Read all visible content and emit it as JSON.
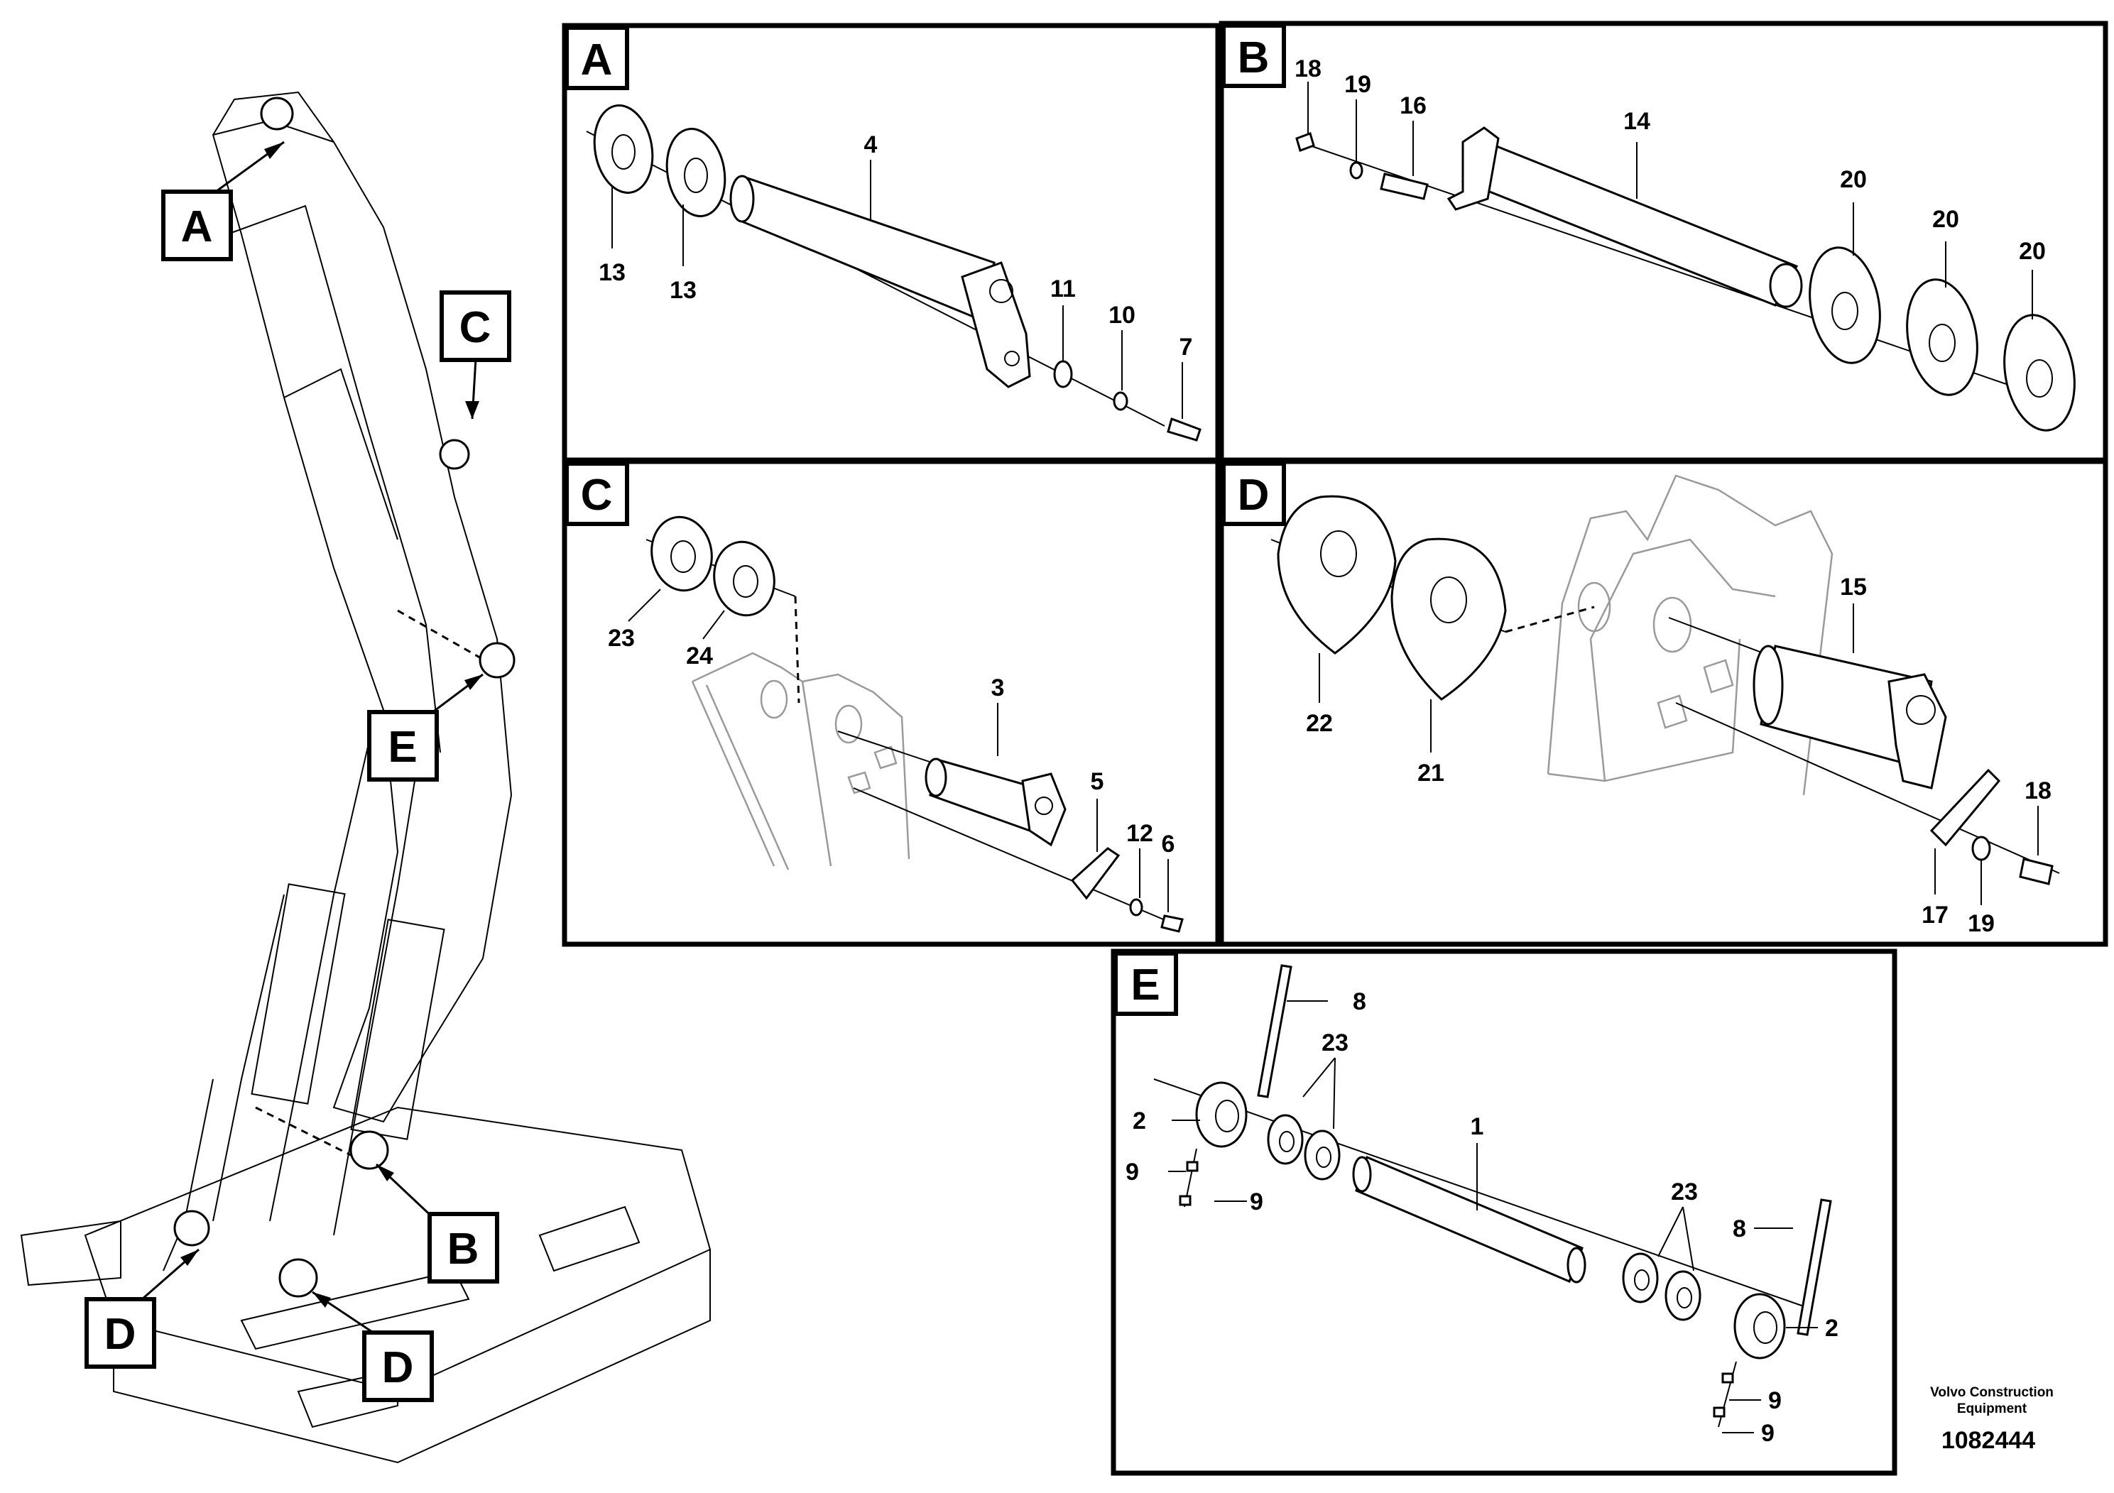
{
  "overview": {
    "callouts": [
      "A",
      "C",
      "E",
      "B",
      "D",
      "D"
    ]
  },
  "panels": {
    "A": {
      "label": "A",
      "parts": [
        "13",
        "13",
        "4",
        "11",
        "10",
        "7"
      ]
    },
    "B": {
      "label": "B",
      "parts": [
        "18",
        "19",
        "16",
        "14",
        "20",
        "20",
        "20"
      ]
    },
    "C": {
      "label": "C",
      "parts": [
        "23",
        "24",
        "3",
        "5",
        "12",
        "6"
      ]
    },
    "D": {
      "label": "D",
      "parts": [
        "22",
        "21",
        "15",
        "18",
        "17",
        "19"
      ]
    },
    "E": {
      "label": "E",
      "parts": [
        "8",
        "23",
        "2",
        "9",
        "9",
        "1",
        "23",
        "8",
        "2",
        "9",
        "9"
      ]
    }
  },
  "footer": {
    "brand_line1": "Volvo Construction",
    "brand_line2": "Equipment",
    "drawing_number": "1082444"
  },
  "colors": {
    "ink": "#000000",
    "ghost": "#9a9a9a",
    "paper": "#ffffff"
  }
}
